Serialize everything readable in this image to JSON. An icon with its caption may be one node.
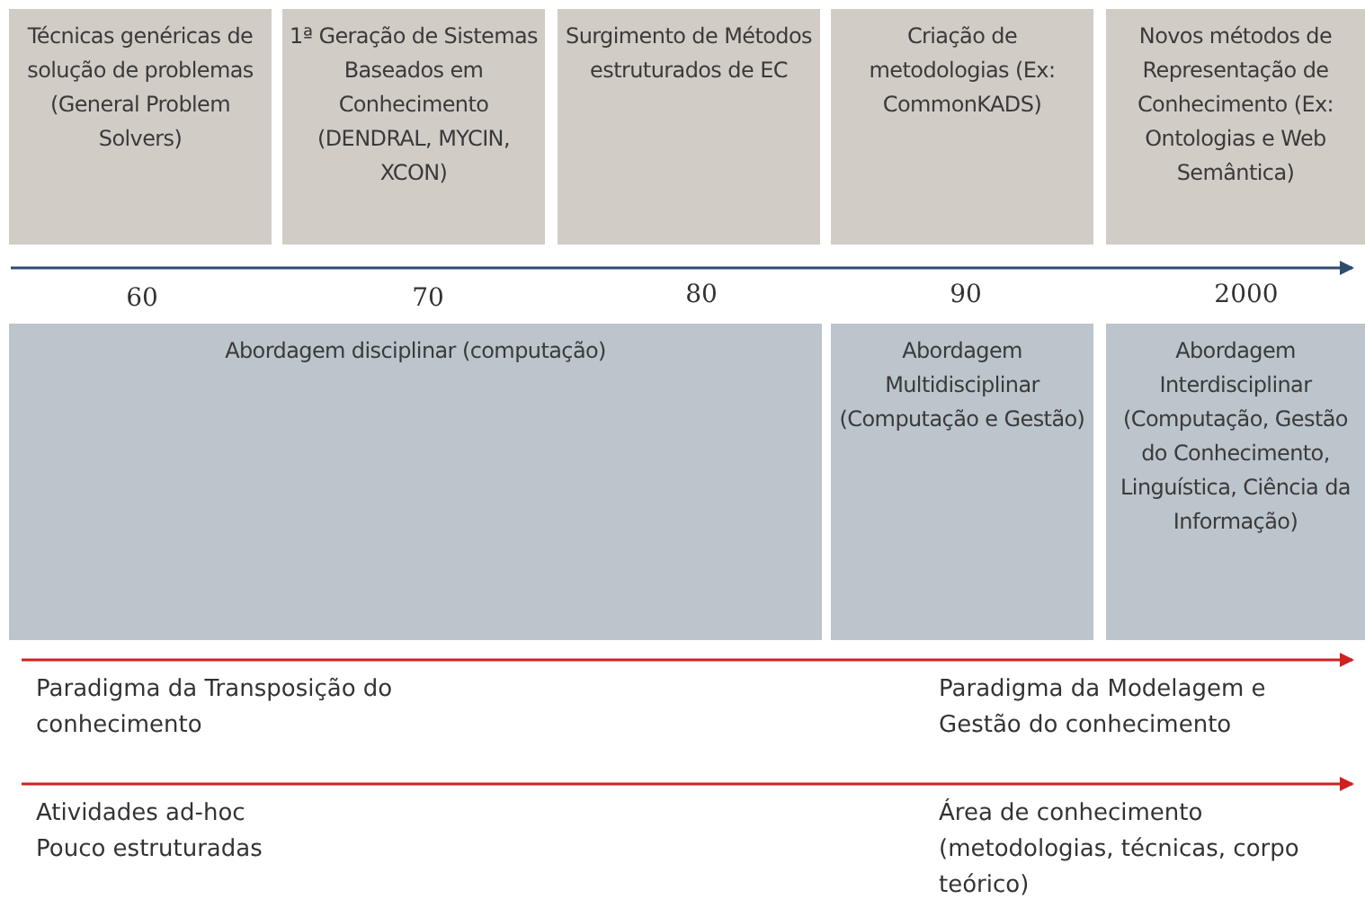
{
  "diagram": {
    "nodes": [
      {
        "text": [
          "Técnicas genéricas de solução de problemas (General Problem Solvers)"
        ]
      },
      {
        "text": [
          "1ª Geração de Sistemas Baseados em Conhecimento (DENDRAL, MYCIN, XCON)"
        ]
      },
      {
        "text": [
          "Surgimento de Métodos estruturados de EC"
        ]
      },
      {
        "text": [
          "Criação de metodologias (Ex: CommonKADS)"
        ]
      },
      {
        "text": [
          "Novos métodos de Representação de Conhecimento (Ex: Ontologias e Web Semântica)"
        ]
      },
      {
        "text": [
          "Abordagem disciplinar (computação)"
        ]
      },
      {
        "text": [
          "Abordagem Multidisciplinar (Computação e Gestão)"
        ]
      },
      {
        "text": [
          "Abordagem Interdisciplinar (Computação, Gestão do Conhecimento, Linguística, Ciência da Informação)"
        ]
      }
    ],
    "labels": [
      "60",
      "70",
      "80",
      "90",
      "2000",
      "Paradigma da Transposição do conhecimento",
      "Paradigma da Modelagem e Gestão do conhecimento",
      "Atividades ad-hoc",
      "Pouco estruturadas",
      "Área de conhecimento (metodologias, técnicas, corpo teórico)"
    ]
  }
}
